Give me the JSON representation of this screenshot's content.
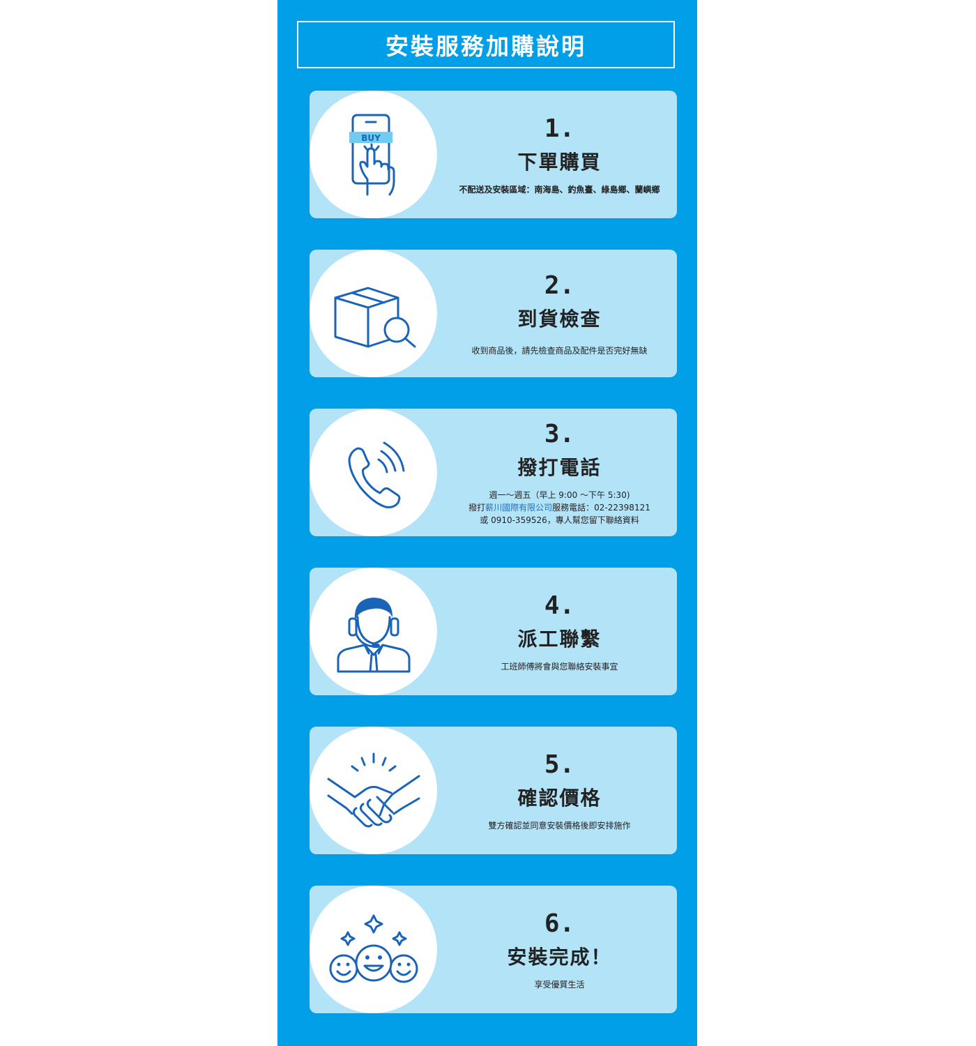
{
  "title": "安裝服務加購說明",
  "steps": [
    {
      "number": "1.",
      "title": "下單購買",
      "icon": "phone-buy-icon",
      "icon_label": "BUY",
      "desc_lines": [
        "不配送及安裝區域：南海島、釣魚臺、綠島鄉、蘭嶼鄉"
      ]
    },
    {
      "number": "2.",
      "title": "到貨檢查",
      "icon": "box-inspect-icon",
      "desc_lines": [
        "收到商品後，請先檢查商品及配件是否完好無缺"
      ]
    },
    {
      "number": "3.",
      "title": "撥打電話",
      "icon": "phone-call-icon",
      "desc_lines": [
        "週一～週五（早上 9:00 ～下午 5:30)"
      ],
      "desc_line2_pre": "撥打",
      "desc_line2_company": "薪川國際有限公司",
      "desc_line2_post": "服務電話：02-22398121",
      "desc_line3": "或 0910-359526，專人幫您留下聯絡資料"
    },
    {
      "number": "4.",
      "title": "派工聯繫",
      "icon": "support-agent-icon",
      "desc_lines": [
        "工班師傅將會與您聯絡安裝事宜"
      ]
    },
    {
      "number": "5.",
      "title": "確認價格",
      "icon": "handshake-icon",
      "desc_lines": [
        "雙方確認並同意安裝價格後即安排施作"
      ]
    },
    {
      "number": "6.",
      "title": "安裝完成！",
      "icon": "happy-faces-icon",
      "desc_lines": [
        "享受優質生活"
      ]
    }
  ],
  "colors": {
    "panel": "#009fe8",
    "card": "#b3e3f7",
    "icon": "#1a64b8",
    "highlight": "#1d6fc4"
  }
}
